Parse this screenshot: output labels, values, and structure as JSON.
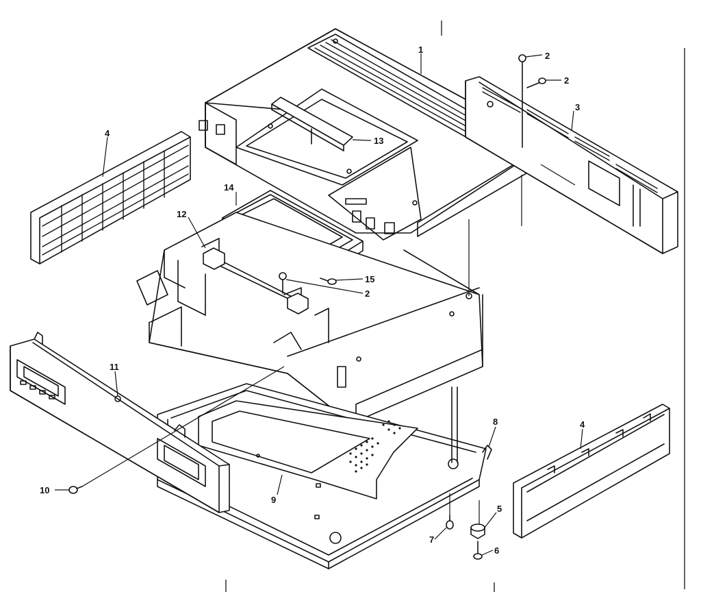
{
  "callouts": [
    {
      "id": "c1",
      "label": "1"
    },
    {
      "id": "c2a",
      "label": "2"
    },
    {
      "id": "c2b",
      "label": "2"
    },
    {
      "id": "c2c",
      "label": "2"
    },
    {
      "id": "c3",
      "label": "3"
    },
    {
      "id": "c4a",
      "label": "4"
    },
    {
      "id": "c4b",
      "label": "4"
    },
    {
      "id": "c5",
      "label": "5"
    },
    {
      "id": "c6",
      "label": "6"
    },
    {
      "id": "c7",
      "label": "7"
    },
    {
      "id": "c8",
      "label": "8"
    },
    {
      "id": "c9",
      "label": "9"
    },
    {
      "id": "c10",
      "label": "10"
    },
    {
      "id": "c11",
      "label": "11"
    },
    {
      "id": "c12",
      "label": "12"
    },
    {
      "id": "c13",
      "label": "13"
    },
    {
      "id": "c14",
      "label": "14"
    },
    {
      "id": "c15",
      "label": "15"
    }
  ],
  "colors": {
    "ink": "#111111",
    "paper": "#ffffff"
  }
}
